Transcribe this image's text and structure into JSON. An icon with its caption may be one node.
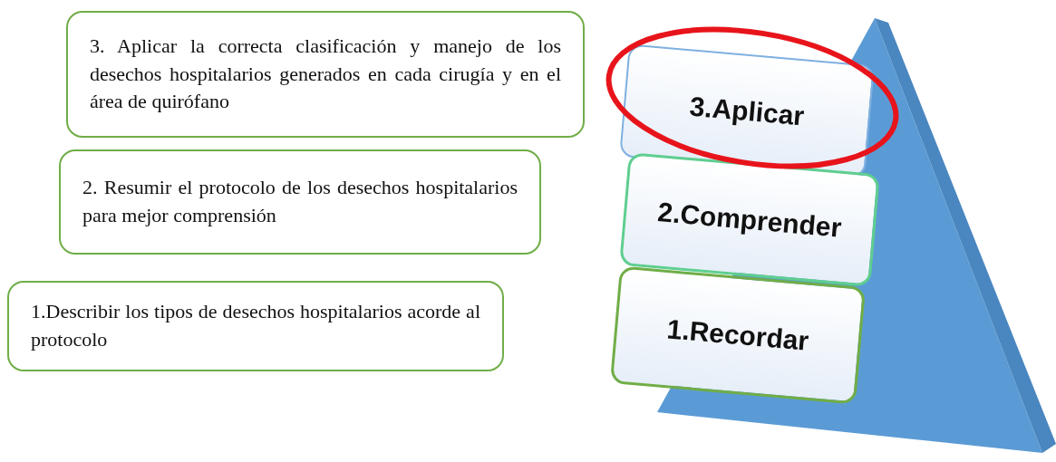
{
  "diagram": {
    "nodes": [
      {
        "text": [
          "3. Aplicar la correcta clasificación y manejo de los desechos hospitalarios generados en cada cirugía y en el área de quirófano"
        ]
      },
      {
        "text": [
          "2. Resumir el protocolo de los desechos hospitalarios para mejor comprensión"
        ]
      },
      {
        "text": [
          "1.Describir los tipos de desechos hospitalarios acorde al protocolo"
        ]
      },
      {
        "text": [
          "3.Aplicar"
        ]
      },
      {
        "text": [
          "2.Comprender"
        ]
      },
      {
        "text": [
          "1.Recordar"
        ]
      }
    ]
  }
}
